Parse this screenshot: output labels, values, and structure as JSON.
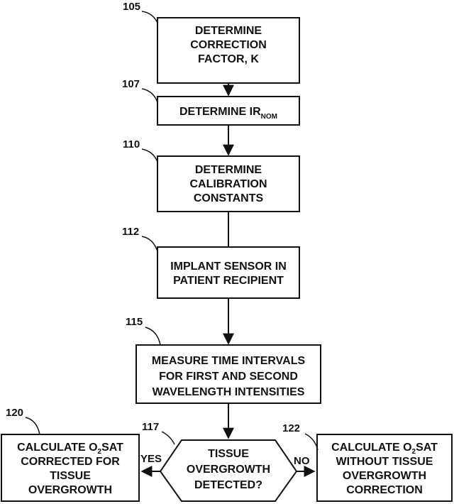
{
  "steps": [
    {
      "ref": "105",
      "lines": [
        "DETERMINE",
        "CORRECTION",
        "FACTOR, K"
      ]
    },
    {
      "ref": "107",
      "text": "DETERMINE IR",
      "subscript": "NOM"
    },
    {
      "ref": "110",
      "lines": [
        "DETERMINE",
        "CALIBRATION",
        "CONSTANTS"
      ]
    },
    {
      "ref": "112",
      "lines": [
        "IMPLANT SENSOR IN",
        "PATIENT RECIPIENT"
      ]
    },
    {
      "ref": "115",
      "lines": [
        "MEASURE TIME INTERVALS",
        "FOR FIRST AND SECOND",
        "WAVELENGTH INTENSITIES"
      ]
    }
  ],
  "decision": {
    "ref": "117",
    "lines": [
      "TISSUE",
      "OVERGROWTH",
      "DETECTED?"
    ]
  },
  "branch_yes": {
    "label": "YES",
    "ref": "120",
    "line1_pre": "CALCULATE O",
    "line1_sub": "2",
    "line1_post": "SAT",
    "lines": [
      "CORRECTED FOR",
      "TISSUE",
      "OVERGROWTH"
    ]
  },
  "branch_no": {
    "label": "NO",
    "ref": "122",
    "line1_pre": "CALCULATE O",
    "line1_sub": "2",
    "line1_post": "SAT",
    "lines": [
      "WITHOUT TISSUE",
      "OVERGROWTH",
      "CORRECTION"
    ]
  }
}
